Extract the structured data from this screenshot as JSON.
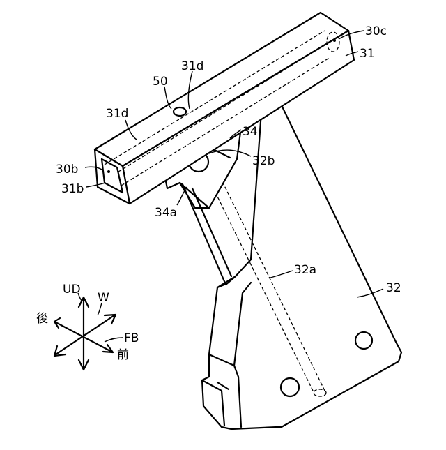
{
  "labels": {
    "l30c": "30c",
    "l31": "31",
    "l31d_top": "31d",
    "l50": "50",
    "l31d_left": "31d",
    "l34": "34",
    "l32b": "32b",
    "l30b": "30b",
    "l31b": "31b",
    "l34a": "34a",
    "l32a": "32a",
    "l32": "32"
  },
  "axes": {
    "ud": "UD",
    "w": "W",
    "rear": "後",
    "fb": "FB",
    "front": "前"
  }
}
